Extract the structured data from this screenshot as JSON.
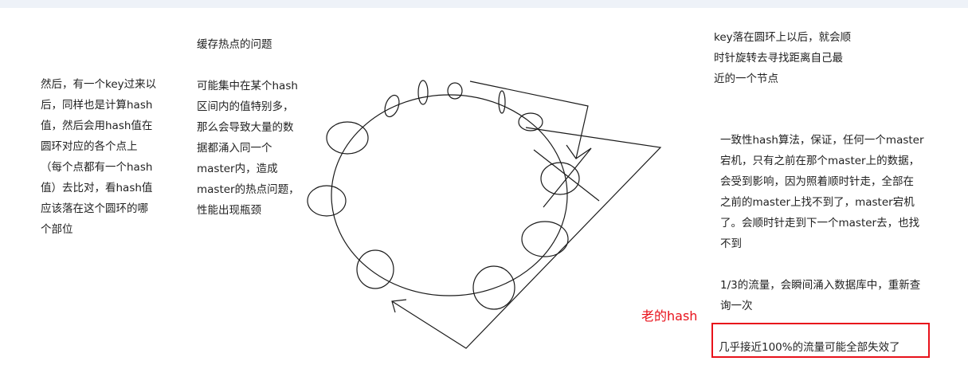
{
  "colors": {
    "accent_red": "#e8121b",
    "ink": "#222222",
    "background": "#ffffff",
    "topbar": "#eef2f8"
  },
  "left_note": {
    "lines": [
      "然后，有一个key过来以",
      "后，同样也是计算hash",
      "值，然后会用hash值在",
      "圆环对应的各个点上",
      "（每个点都有一个hash",
      "值）去比对，看hash值",
      "应该落在这个圆环的哪",
      "个部位"
    ]
  },
  "hotspot_note": {
    "title": "缓存热点的问题",
    "lines": [
      "可能集中在某个hash",
      "区间内的值特别多，",
      "那么会导致大量的数",
      "据都涌入同一个",
      "master内，造成",
      "master的热点问题，",
      "性能出现瓶颈"
    ]
  },
  "right_top_note": {
    "lines": [
      "key落在圆环上以后，就会顺",
      "时针旋转去寻找距离自己最",
      "近的一个节点"
    ]
  },
  "consistency_note": {
    "lines": [
      "一致性hash算法，保证，任何一个master",
      "宕机，只有之前在那个master上的数据，",
      "会受到影响，因为照着顺时针走，全部在",
      "之前的master上找不到了，master宕机",
      "了。会顺时针走到下一个master去，也找",
      "不到"
    ]
  },
  "traffic_note": {
    "lines": [
      "1/3的流量，会瞬间涌入数据库中，重新查",
      "询一次"
    ]
  },
  "old_hash_label": "老的hash",
  "boxed_note": "几乎接近100%的流量可能全部失效了"
}
